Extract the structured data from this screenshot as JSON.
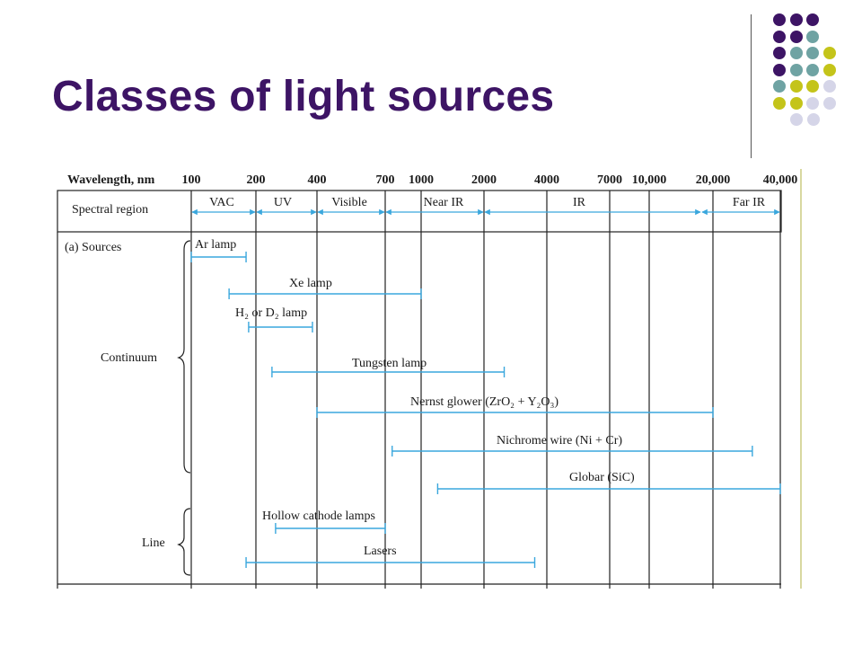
{
  "slide": {
    "title": "Classes of light sources",
    "colors": {
      "title": "#3d1465",
      "arrow": "#3aa7dd",
      "dot_purple": "#3d1465",
      "dot_teal": "#6fa3a3",
      "dot_olive": "#c4c41a",
      "dot_lavender": "#d5d5e8"
    }
  },
  "decoration": {
    "dot_grid_rows": [
      [
        "purple",
        "purple",
        "purple"
      ],
      [
        "purple",
        "purple",
        "teal"
      ],
      [
        "purple",
        "teal",
        "teal",
        "olive"
      ],
      [
        "purple",
        "teal",
        "teal",
        "olive"
      ],
      [
        "teal",
        "olive",
        "olive",
        "lavender"
      ],
      [
        "olive",
        "olive",
        "lavender",
        "lavender"
      ],
      [
        "lavender",
        "lavender"
      ]
    ]
  },
  "diagram": {
    "wavelength_label": "Wavelength, nm",
    "ticks": [
      "100",
      "200",
      "400",
      "700",
      "1000",
      "2000",
      "4000",
      "7000",
      "10,000",
      "20,000",
      "40,000"
    ],
    "spectral_label": "Spectral region",
    "regions": [
      "VAC",
      "UV",
      "Visible",
      "Near IR",
      "IR",
      "Far IR"
    ],
    "sources_label": "(a)  Sources",
    "continuum_label": "Continuum",
    "line_label": "Line",
    "sources": [
      {
        "label": "Ar lamp",
        "from": 100,
        "to": 180
      },
      {
        "label": "Xe lamp",
        "from": 150,
        "to": 1000
      },
      {
        "label": "H₂ or D₂ lamp",
        "from": 185,
        "to": 380
      },
      {
        "label": "Tungsten lamp",
        "from": 240,
        "to": 2500
      },
      {
        "label": "Nernst glower (ZrO₂ + Y₂O₃)",
        "from": 400,
        "to": 20000
      },
      {
        "label": "Nichrome wire (Ni + Cr)",
        "from": 750,
        "to": 30000
      },
      {
        "label": "Globar (SiC)",
        "from": 1200,
        "to": 40000
      },
      {
        "label": "Hollow cathode lamps",
        "from": 250,
        "to": 700
      },
      {
        "label": "Lasers",
        "from": 180,
        "to": 3500
      }
    ]
  }
}
